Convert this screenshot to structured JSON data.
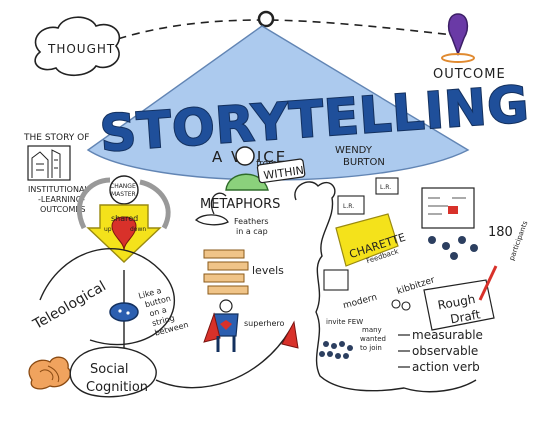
{
  "colors": {
    "blue_fill": "#a8c8ee",
    "title_blue": "#1f4f9a",
    "yellow": "#f4e21b",
    "green": "#8bd17c",
    "purple": "#6a3aa6",
    "orange": "#f0a35e",
    "red": "#d8312a",
    "ink": "#1f1f1f"
  },
  "labels": {
    "thought": "THOUGHT",
    "outcome": "OUTCOME",
    "title": "STORYTELLING",
    "voice_a": "A VOICE",
    "voice_from": "from",
    "voice_within": "WITHIN",
    "author_first": "WENDY",
    "author_last": "BURTON",
    "story_of": "THE STORY OF",
    "institutional": "INSTITUTIONAL",
    "learning": "-LEARNING-",
    "outcomes": "OUTCOMES",
    "change": "CHANGE",
    "master": "MASTER",
    "shared_1": "shared",
    "shared_2": "up",
    "shared_3": "down",
    "teleological": "Teleological",
    "like_1": "Like a",
    "like_2": "button",
    "like_3": "on a",
    "like_4": "string",
    "like_5": "between",
    "social": "Social",
    "cognition": "Cognition",
    "metaphors": "METAPHORS",
    "feathers_1": "Feathers",
    "feathers_2": "in a cap",
    "levels": "levels",
    "superhero": "superhero",
    "charette": "CHARETTE",
    "feedback": "Feedback",
    "kibbitzer": "kibbitzer",
    "modern": "modern",
    "invite_few": "invite FEW",
    "many_1": "many",
    "many_2": "wanted",
    "many_3": "to join",
    "participants_1": "180",
    "participants_2": "participants",
    "rough": "Rough",
    "draft": "Draft",
    "measurable": "measurable",
    "observable": "observable",
    "action_verb": "action verb",
    "note_a": "L.R.",
    "note_b": "L.R."
  }
}
